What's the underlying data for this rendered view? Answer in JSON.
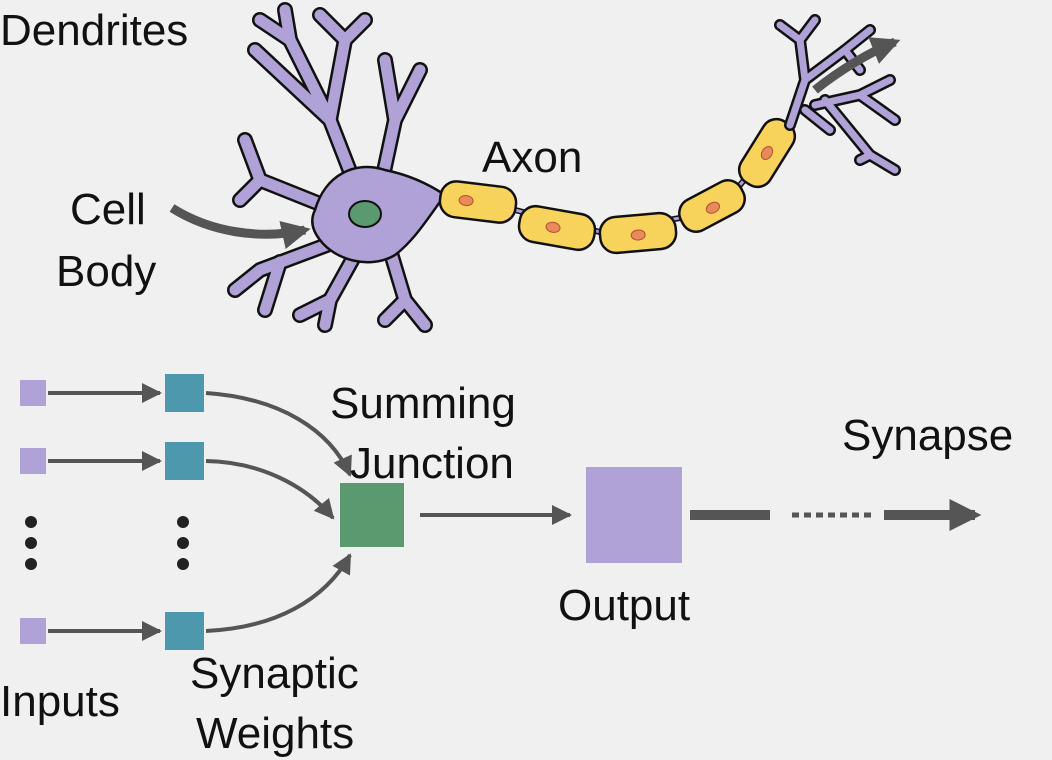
{
  "neuron": {
    "dendrites": "Dendrites",
    "axon": "Axon",
    "cell_body_line1": "Cell",
    "cell_body_line2": "Body"
  },
  "model": {
    "summing_line1": "Summing",
    "summing_line2": "Junction",
    "synapse": "Synapse",
    "output": "Output",
    "inputs": "Inputs",
    "weights_line1": "Synaptic",
    "weights_line2": "Weights"
  },
  "colors": {
    "background": "#f0f0f0",
    "neuron_body": "#b0a2d6",
    "neuron_outline": "#111111",
    "nucleus": "#5a9a6e",
    "myelin": "#f7d35c",
    "myelin_node": "#e98a5a",
    "arrow": "#555555",
    "input_square": "#b0a2d6",
    "weight_square": "#4e98ad",
    "summing_square": "#5a9a6e",
    "output_square": "#b0a2d6"
  }
}
